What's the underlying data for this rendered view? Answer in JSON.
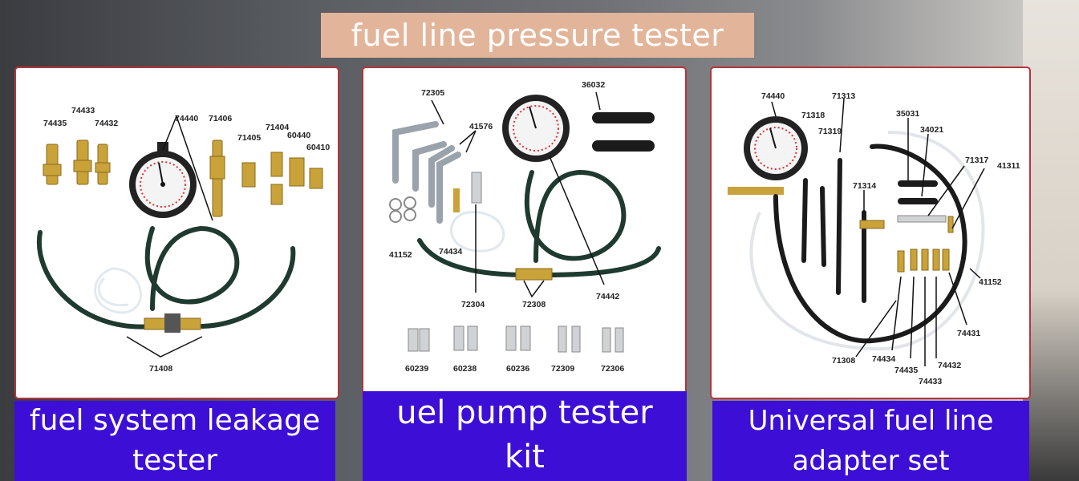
{
  "title": "fuel line pressure tester",
  "panels": [
    {
      "caption_lines": [
        "fuel system leakage",
        "tester"
      ],
      "labels": {
        "a": "74435",
        "b": "74433",
        "c": "74432",
        "d": "74440",
        "e": "71406",
        "f": "71405",
        "g": "71404",
        "h": "60440",
        "i": "60410",
        "j": "71408"
      }
    },
    {
      "caption_lines": [
        "uel pump tester",
        "kit"
      ],
      "labels": {
        "a": "72305",
        "b": "41576",
        "c": "36032",
        "d": "41152",
        "e": "74434",
        "f": "72304",
        "g": "72308",
        "h": "74442",
        "i": "60239",
        "j": "60238",
        "k": "60236",
        "l": "72309",
        "m": "72306"
      }
    },
    {
      "caption_lines": [
        "Universal fuel line",
        "adapter set"
      ],
      "labels": {
        "a": "74440",
        "b": "71313",
        "c": "71318",
        "d": "71319",
        "e": "35031",
        "f": "34021",
        "g": "71317",
        "h": "41311",
        "i": "71314",
        "j": "41152",
        "k": "74431",
        "l": "71308",
        "m": "74434",
        "n": "74435",
        "o": "74433",
        "p": "74432"
      }
    }
  ],
  "colors": {
    "caption_bg": "#3d0fd6",
    "title_bg": "#e2b59a",
    "panel_border": "#b8333a"
  }
}
